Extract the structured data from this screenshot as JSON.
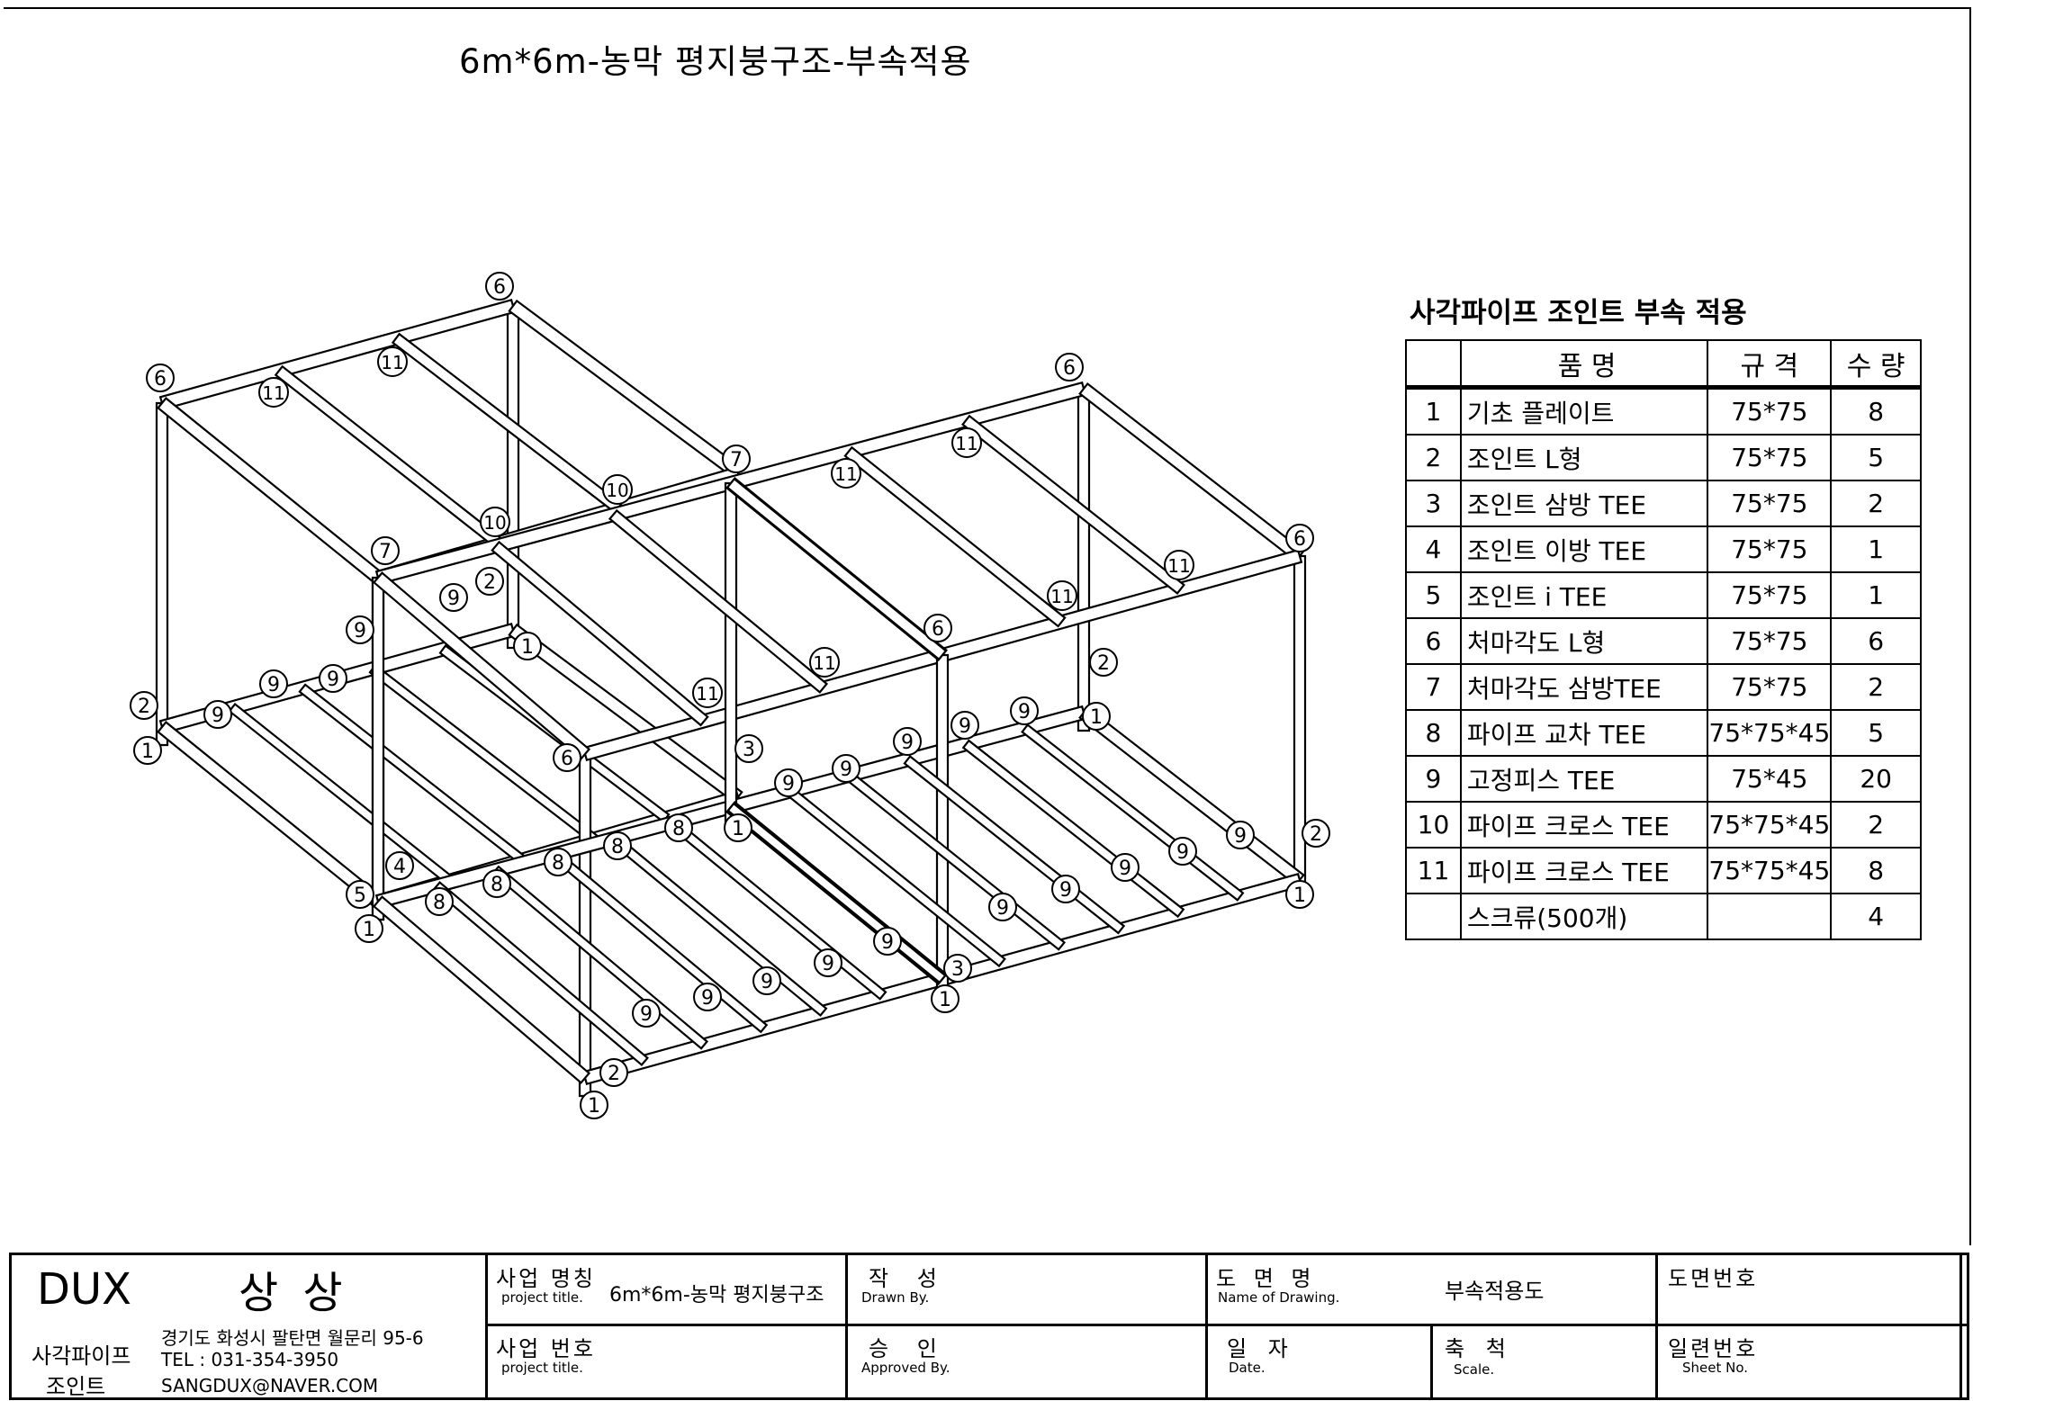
{
  "drawing": {
    "title": "6m*6m-농막 평지붕구조-부속적용",
    "callouts": [
      {
        "n": "6",
        "x": 0,
        "y": 0
      },
      {
        "n": "6",
        "x": 0,
        "y": 0
      }
    ]
  },
  "bom": {
    "title": "사각파이프 조인트 부속 적용",
    "headers": {
      "name": "품 명",
      "spec": "규 격",
      "qty": "수 량"
    },
    "rows": [
      {
        "no": "1",
        "name": "기초 플레이트",
        "spec": "75*75",
        "qty": "8"
      },
      {
        "no": "2",
        "name": "조인트 L형",
        "spec": "75*75",
        "qty": "5"
      },
      {
        "no": "3",
        "name": "조인트 삼방 TEE",
        "spec": "75*75",
        "qty": "2"
      },
      {
        "no": "4",
        "name": "조인트 이방 TEE",
        "spec": "75*75",
        "qty": "1"
      },
      {
        "no": "5",
        "name": "조인트 i TEE",
        "spec": "75*75",
        "qty": "1"
      },
      {
        "no": "6",
        "name": "처마각도 L형",
        "spec": "75*75",
        "qty": "6"
      },
      {
        "no": "7",
        "name": "처마각도 삼방TEE",
        "spec": "75*75",
        "qty": "2"
      },
      {
        "no": "8",
        "name": "파이프 교차 TEE",
        "spec": "75*75*45",
        "qty": "5"
      },
      {
        "no": "9",
        "name": "고정피스 TEE",
        "spec": "75*45",
        "qty": "20"
      },
      {
        "no": "10",
        "name": "파이프 크로스 TEE",
        "spec": "75*75*45",
        "qty": "2"
      },
      {
        "no": "11",
        "name": "파이프 크로스 TEE",
        "spec": "75*75*45",
        "qty": "8"
      },
      {
        "no": "",
        "name": "스크류(500개)",
        "spec": "",
        "qty": "4"
      }
    ]
  },
  "title_block": {
    "company": "DUX",
    "company_kr": "상 상",
    "product_line_1": "사각파이프",
    "product_line_2": "조인트",
    "address": "경기도 화성시 팔탄면 월문리 95-6",
    "tel": "TEL : 031-354-3950",
    "email": "SANGDUX@NAVER.COM",
    "project_name_label": "사업 명칭",
    "project_name_en": "project title.",
    "project_name_value": "6m*6m-농막 평지붕구조",
    "project_no_label": "사업 번호",
    "project_no_en": "project title.",
    "drawn_label": "작 성",
    "drawn_en": "Drawn By.",
    "approved_label": "승 인",
    "approved_en": "Approved By.",
    "drawing_name_label": "도 면 명",
    "drawing_name_en": "Name of Drawing.",
    "drawing_name_value": "부속적용도",
    "date_label": "일 자",
    "date_en": "Date.",
    "scale_label": "축 척",
    "scale_en": "Scale.",
    "drawing_no_label": "도면번호",
    "sheet_label": "일련번호",
    "sheet_en": "Sheet No."
  }
}
